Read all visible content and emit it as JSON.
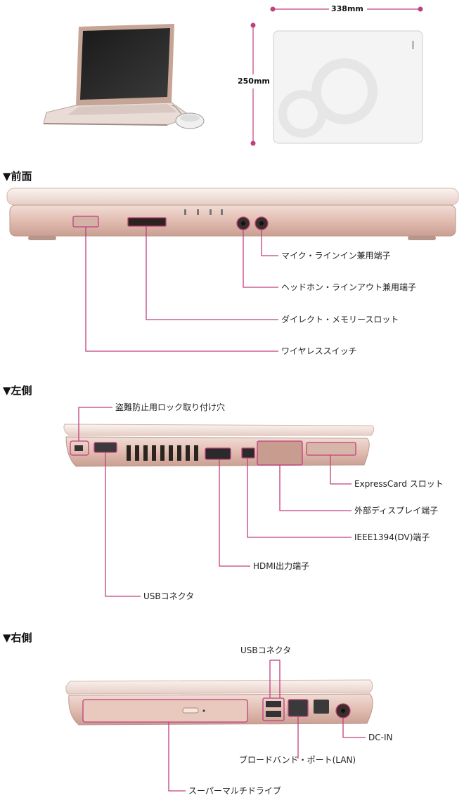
{
  "dimensions": {
    "width_label": "338mm",
    "depth_label": "250mm"
  },
  "sections": {
    "front": {
      "heading": "▼前面"
    },
    "left": {
      "heading": "▼左側"
    },
    "right": {
      "heading": "▼右側"
    }
  },
  "front_labels": {
    "mic": "マイク・ラインイン兼用端子",
    "headphone": "ヘッドホン・ラインアウト兼用端子",
    "card": "ダイレクト・メモリースロット",
    "wireless": "ワイヤレススイッチ"
  },
  "left_labels": {
    "lock": "盗難防止用ロック取り付け穴",
    "expresscard": "ExpressCard スロット",
    "display": "外部ディスプレイ端子",
    "ieee": "IEEE1394(DV)端子",
    "hdmi": "HDMI出力端子",
    "usb": "USBコネクタ"
  },
  "right_labels": {
    "usb": "USBコネクタ",
    "dcin": "DC-IN",
    "lan": "ブロードバンド・ポート(LAN)",
    "drive": "スーパーマルチドライブ"
  },
  "colors": {
    "accent": "#c0407e",
    "chassis": "#e8c9bf",
    "lid": "#f2e4df"
  }
}
